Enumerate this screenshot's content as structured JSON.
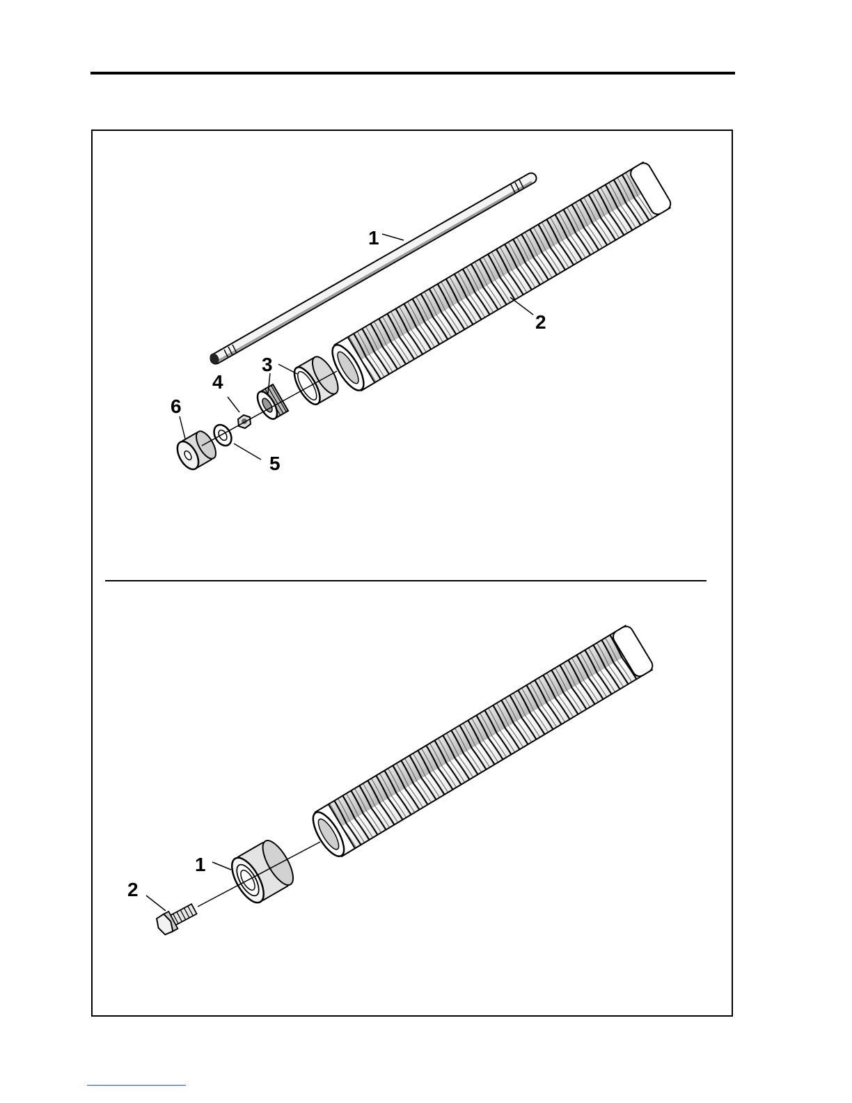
{
  "upper_assembly": {
    "callouts": [
      "1",
      "2",
      "3",
      "4",
      "5",
      "6"
    ],
    "parts": [
      "shaft",
      "brush-roll",
      "bearing-cup",
      "nut",
      "washer",
      "end-cap"
    ]
  },
  "lower_assembly": {
    "callouts": [
      "1",
      "2"
    ],
    "parts": [
      "bearing",
      "bolt"
    ]
  },
  "colors": {
    "line": "#000000",
    "fill": "#ffffff",
    "shade": "#d0d0d0"
  }
}
